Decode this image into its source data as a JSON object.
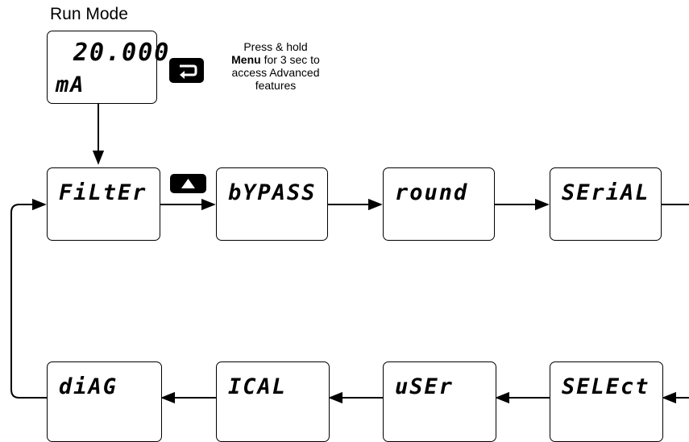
{
  "run_mode": {
    "title": "Run Mode",
    "display_value": "20.000",
    "display_unit": "mA"
  },
  "menu_note": {
    "line1": "Press & hold",
    "menu_word": "Menu",
    "line2_rest": " for 3 sec to",
    "line3": "access Advanced",
    "line4": "features"
  },
  "keys": {
    "menu_key_icon": "menu-key-icon",
    "up_key_icon": "up-arrow-key-icon"
  },
  "row1": {
    "filter": "FiLtEr",
    "bypass": "bYPASS",
    "round": "round",
    "serial": "SEriAL"
  },
  "row2": {
    "select": "SELEct",
    "user": "uSEr",
    "ical": "ICAL",
    "diag": "diAG"
  }
}
